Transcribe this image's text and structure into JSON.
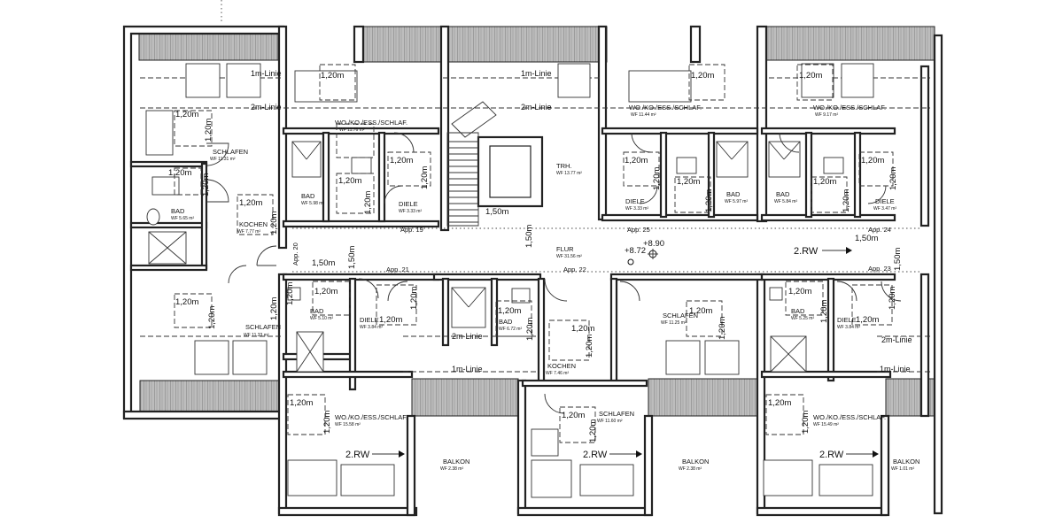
{
  "rooms": {
    "schlafen_nw": {
      "name": "SCHLAFEN",
      "wf": "WF   11.31 m²"
    },
    "bad_w": {
      "name": "BAD",
      "wf": "WF   5.65 m²"
    },
    "kochen_w": {
      "name": "KOCHEN",
      "wf": "WF   7.77 m²"
    },
    "schlafen_sw": {
      "name": "SCHLAFEN",
      "wf": "WF   11.33 m²"
    },
    "wo19": {
      "name": "WO./KO./ESS./SCHLAF.",
      "wf": "WF   11.76 m²"
    },
    "bad19": {
      "name": "BAD",
      "wf": "WF   5.98 m²"
    },
    "diele19": {
      "name": "DIELE",
      "wf": "WF   3.33 m²"
    },
    "trh": {
      "name": "TRH.",
      "wf": "WF   13.77 m²"
    },
    "flur": {
      "name": "FLUR",
      "wf": "WF   31.56 m²"
    },
    "wo25": {
      "name": "WO./KO./ESS./SCHLAF.",
      "wf": "WF   11.44 m²"
    },
    "diele25": {
      "name": "DIELE",
      "wf": "WF   3.33 m²"
    },
    "bad25": {
      "name": "BAD",
      "wf": "WF   5.97 m²"
    },
    "wo24": {
      "name": "WO./KO./ESS./SCHLAF.",
      "wf": "WF   9.17 m²"
    },
    "bad24": {
      "name": "BAD",
      "wf": "WF   5.84 m²"
    },
    "diele24": {
      "name": "DIELE",
      "wf": "WF   3.47 m²"
    },
    "bad21": {
      "name": "BAD",
      "wf": "WF   5.10 m²"
    },
    "diele21": {
      "name": "DIELE",
      "wf": "WF   3.84 m²"
    },
    "wo21": {
      "name": "WO./KO./ESS./SCHLAF.",
      "wf": "WF   15.58 m²"
    },
    "balkon21": {
      "name": "BALKON",
      "wf": "WF   2.38 m²"
    },
    "bad22": {
      "name": "BAD",
      "wf": "WF   6.72 m²"
    },
    "kochen22": {
      "name": "KOCHEN",
      "wf": "WF 7.46 m²"
    },
    "schlafen22a": {
      "name": "SCHLAFEN",
      "wf": "WF   11.60 m²"
    },
    "schlafen22b": {
      "name": "SCHLAFEN",
      "wf": "WF   11.25 m²"
    },
    "balkon22": {
      "name": "BALKON",
      "wf": "WF   2.38 m²"
    },
    "bad23": {
      "name": "BAD",
      "wf": "WF   5.25 m²"
    },
    "diele23": {
      "name": "DIELE",
      "wf": "WF   3.84 m²"
    },
    "wo23": {
      "name": "WO./KO./ESS./SCHLAF.",
      "wf": "WF   15.49 m²"
    },
    "balkon23": {
      "name": "BALKON",
      "wf": "WF   1.01 m²"
    }
  },
  "apartments": {
    "app19": "App. 19",
    "app20": "App. 20",
    "app21": "App. 21",
    "app22": "App. 22",
    "app23": "App. 23",
    "app24": "App. 24",
    "app25": "App. 25"
  },
  "dimensions": {
    "d120": "1,20m",
    "d150": "1,50m"
  },
  "roof_lines": {
    "m1": "1m-Linie",
    "m2": "2m-Linie"
  },
  "escape_route": "2.RW",
  "levels": {
    "a": "+8.72",
    "b": "+8.90"
  }
}
